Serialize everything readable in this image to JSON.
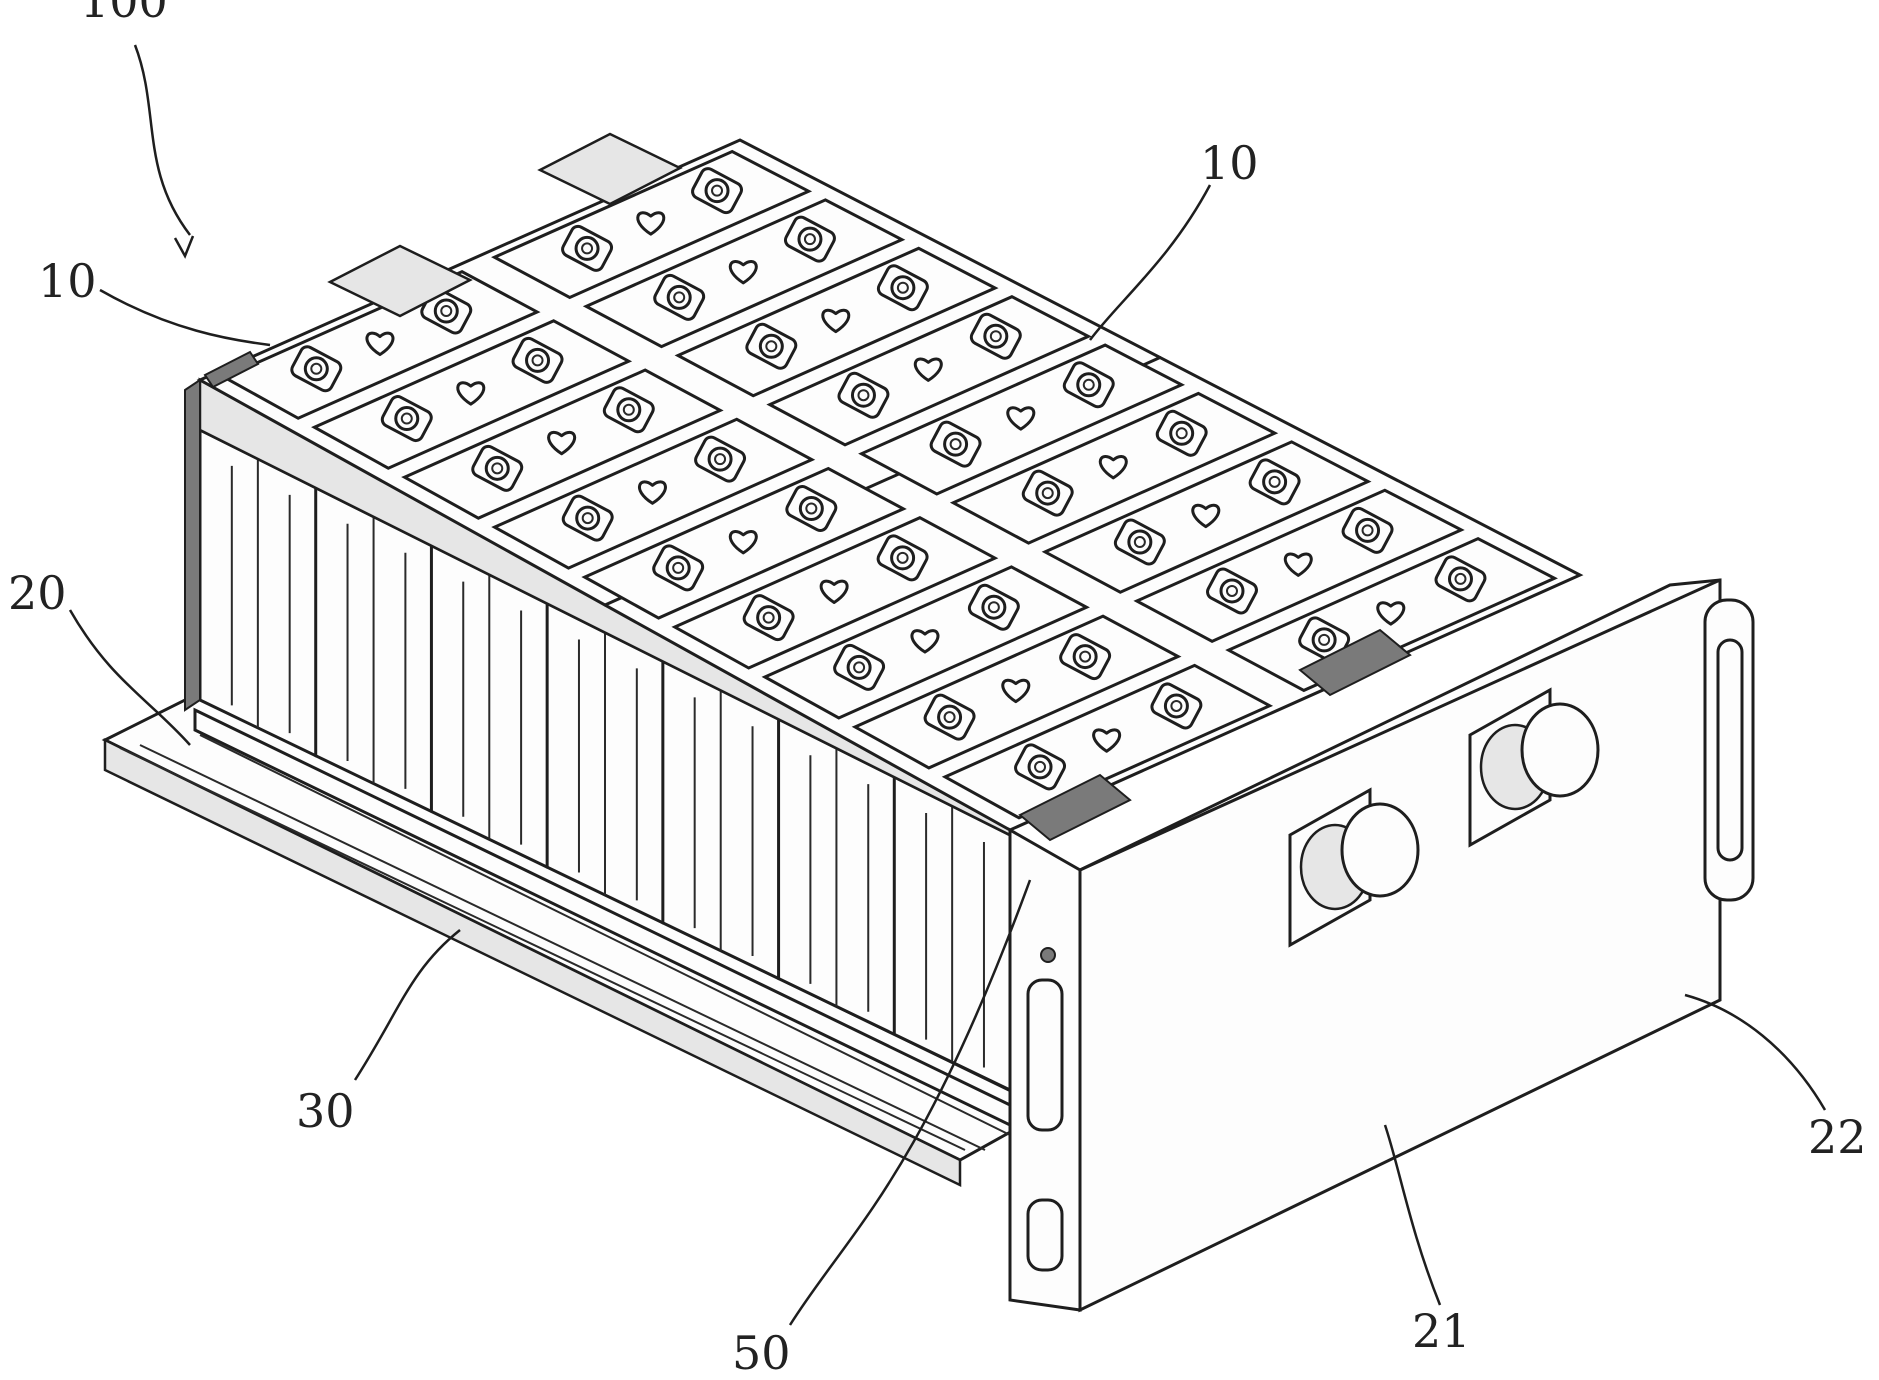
{
  "figure": {
    "labels": {
      "assembly": "100",
      "module_left": "10",
      "module_right": "10",
      "tray": "20",
      "rail": "30",
      "end_plate": "50",
      "side_edge": "21",
      "corner": "22"
    }
  },
  "colors": {
    "line": "#1e1e1e",
    "background": "#ffffff"
  }
}
